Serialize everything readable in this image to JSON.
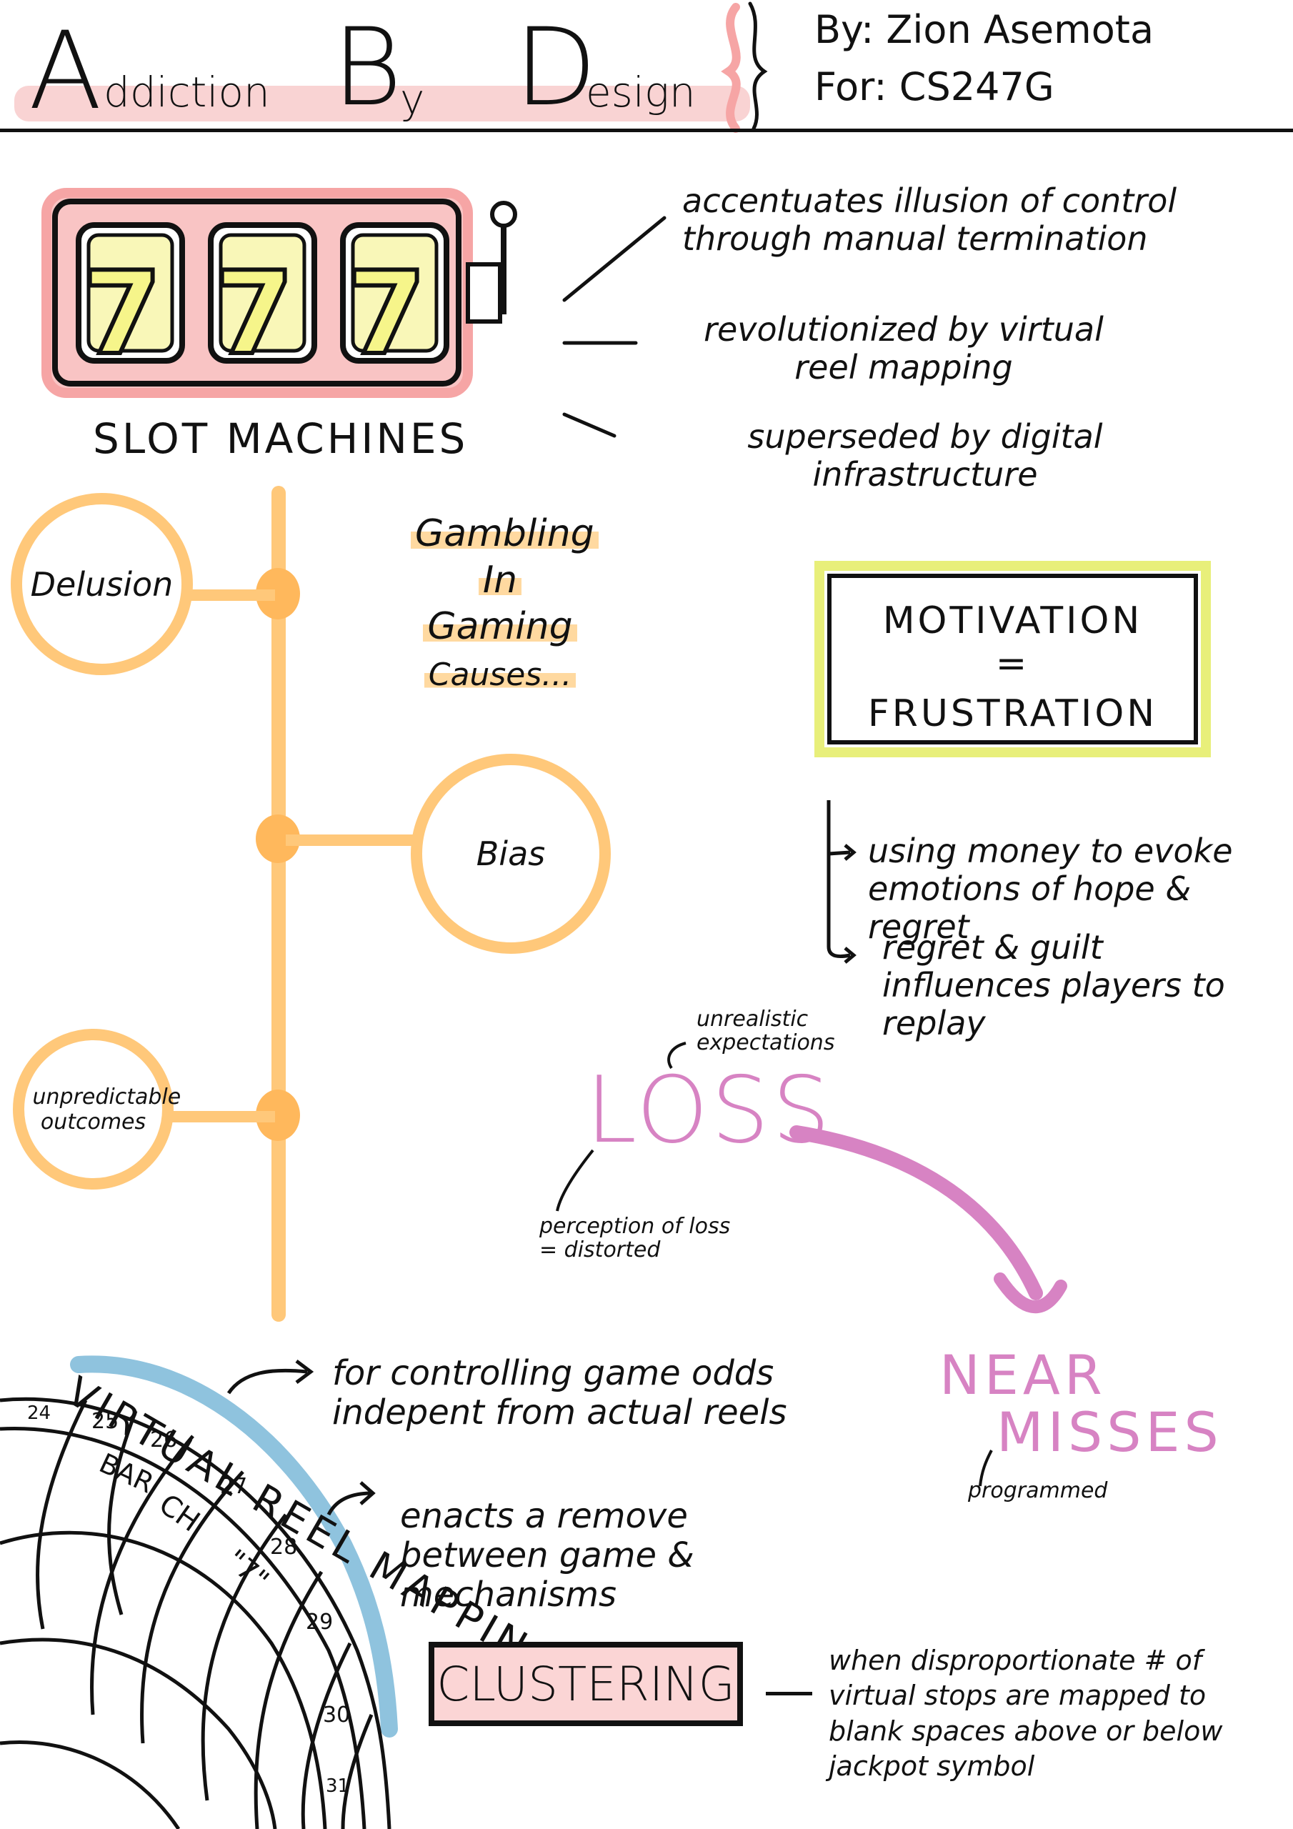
{
  "header": {
    "title_a_cap": "A",
    "title_a_rest": "ddiction",
    "title_b_cap": "B",
    "title_b_rest": "y",
    "title_d_cap": "D",
    "title_d_rest": "esign",
    "by_line": "By: Zion Asemota",
    "for_line": "For: CS247G"
  },
  "slot": {
    "digits": [
      "7",
      "7",
      "7"
    ],
    "label": "SLOT MACHINES",
    "notes": [
      "accentuates illusion of control through manual termination",
      "revolutionized by virtual reel mapping",
      "superseded by digital infrastructure"
    ]
  },
  "gambling": {
    "lines": [
      "Gambling",
      "In",
      "Gaming",
      "Causes..."
    ],
    "causes": [
      "Delusion",
      "Bias",
      "unpredictable outcomes"
    ]
  },
  "motivation": {
    "top": "MOTIVATION",
    "eq": "=",
    "bottom": "FRUSTRATION",
    "notes": [
      "using money to evoke emotions of hope & regret",
      "regret & guilt influences players to replay"
    ]
  },
  "loss": {
    "label": "LOSS",
    "note_top": "unrealistic expectations",
    "note_bottom": "perception of loss = distorted"
  },
  "near": {
    "line1": "NEAR",
    "line2": "MISSES",
    "note": "programmed"
  },
  "reel": {
    "title": "VIRTUAL REEL MAPPING",
    "numbers": [
      "24",
      "25",
      "26",
      "27",
      "28",
      "29",
      "30",
      "31"
    ],
    "symbols": [
      "BAR",
      "CH",
      "\"7\""
    ],
    "notes": [
      "for controlling game odds indepent from actual reels",
      "enacts a remove between game & mechanisms"
    ]
  },
  "clustering": {
    "label": "CLUSTERING",
    "note": "when disproportionate # of virtual stops are mapped to blank spaces above or below jackpot symbol"
  },
  "colors": {
    "orange": "#ffc87a",
    "pink": "#d783c3",
    "yellow": "#e8ef7a",
    "salmon": "#f6a5a5"
  }
}
